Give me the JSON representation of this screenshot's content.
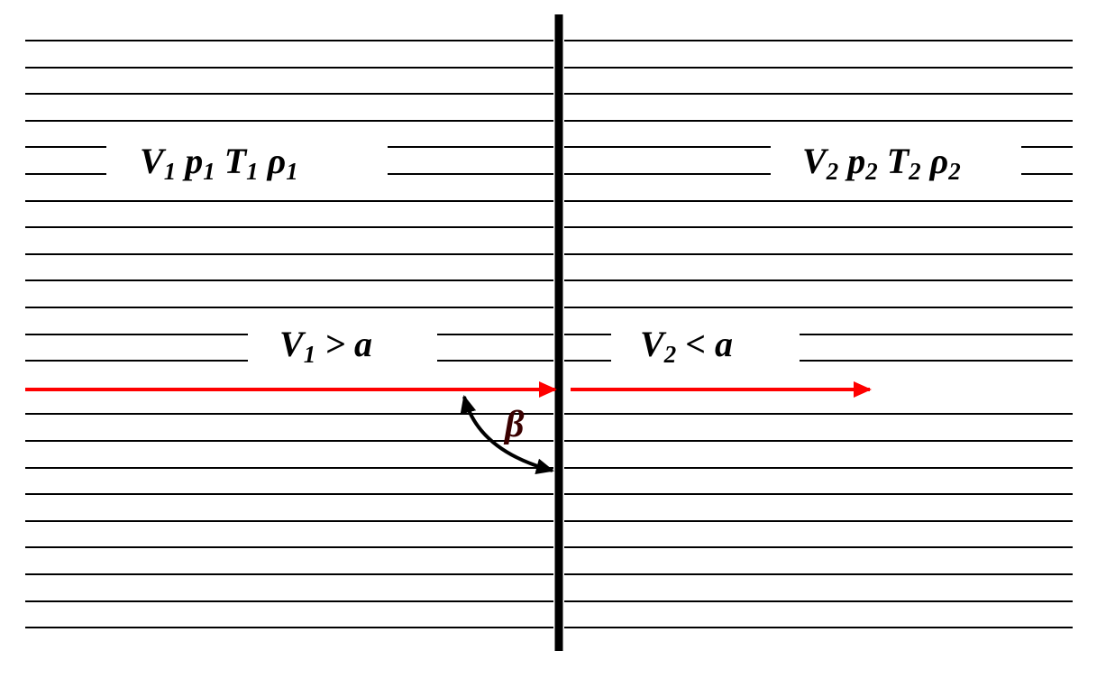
{
  "upstream_state": {
    "velocity": "V",
    "velocity_sub": "1",
    "pressure": "p",
    "pressure_sub": "1",
    "temperature": "T",
    "temperature_sub": "1",
    "density": "ρ",
    "density_sub": "1"
  },
  "downstream_state": {
    "velocity": "V",
    "velocity_sub": "2",
    "pressure": "p",
    "pressure_sub": "2",
    "temperature": "T",
    "temperature_sub": "2",
    "density": "ρ",
    "density_sub": "2"
  },
  "upstream_condition": {
    "var": "V",
    "sub": "1",
    "rest": " > a"
  },
  "downstream_condition": {
    "var": "V",
    "sub": "2",
    "rest": " < a"
  },
  "angle_label": "β",
  "colors": {
    "lines": "#000000",
    "flow_arrow": "#ff0000",
    "angle_label": "#3a0000"
  }
}
